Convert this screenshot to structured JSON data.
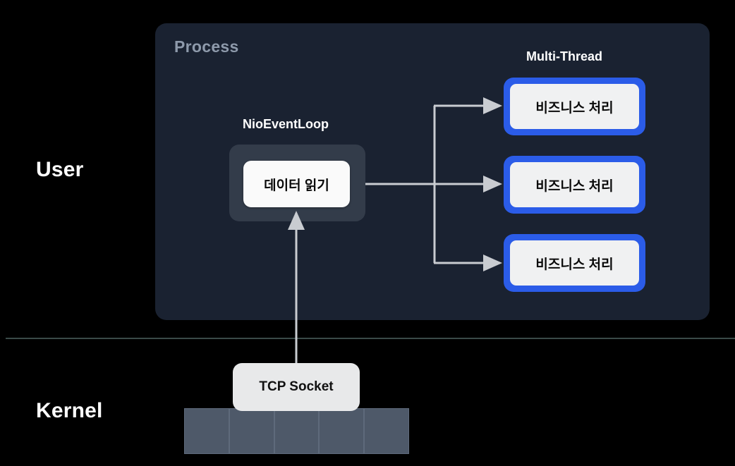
{
  "diagram": {
    "title": "Netty NioEventLoop multi-thread architecture",
    "background_color": "#000000"
  },
  "zones": [
    {
      "id": "user",
      "label": "User"
    },
    {
      "id": "kernel",
      "label": "Kernel"
    }
  ],
  "process_panel": {
    "label": "Process",
    "background_color": "#1A2231",
    "label_color": "#8E9AAB"
  },
  "captions": {
    "nioeventloop": "NioEventLoop",
    "multithread": "Multi-Thread"
  },
  "nioeventloop": {
    "container_color": "#333C4A",
    "inner": {
      "label": "데이터 읽기",
      "background_color": "#FAFAFA",
      "text_color": "#0A0A0A"
    }
  },
  "threads": {
    "border_color": "#2B5CE8",
    "inner_color": "#F0F1F2",
    "items": [
      {
        "label": "비즈니스 처리"
      },
      {
        "label": "비즈니스 처리"
      },
      {
        "label": "비즈니스 처리"
      }
    ]
  },
  "tcp_socket": {
    "label": "TCP Socket",
    "background_color": "#E8E9EA",
    "text_color": "#111111"
  },
  "kernel_buffer": {
    "cell_color": "#4E5969",
    "cell_border_color": "#5E6A7B",
    "cells": [
      "",
      "",
      "",
      "",
      ""
    ]
  },
  "divider": {
    "color": "#3A4A48"
  },
  "connectors": {
    "color": "#C9CCD1",
    "items": [
      {
        "name": "socket-to-eventloop",
        "direction": "up",
        "from": "TCP Socket",
        "to": "데이터 읽기"
      },
      {
        "name": "eventloop-to-thread-1",
        "direction": "right",
        "from": "NioEventLoop",
        "to": "비즈니스 처리"
      },
      {
        "name": "eventloop-to-thread-2",
        "direction": "right",
        "from": "NioEventLoop",
        "to": "비즈니스 처리"
      },
      {
        "name": "eventloop-to-thread-3",
        "direction": "right",
        "from": "NioEventLoop",
        "to": "비즈니스 처리"
      }
    ]
  }
}
